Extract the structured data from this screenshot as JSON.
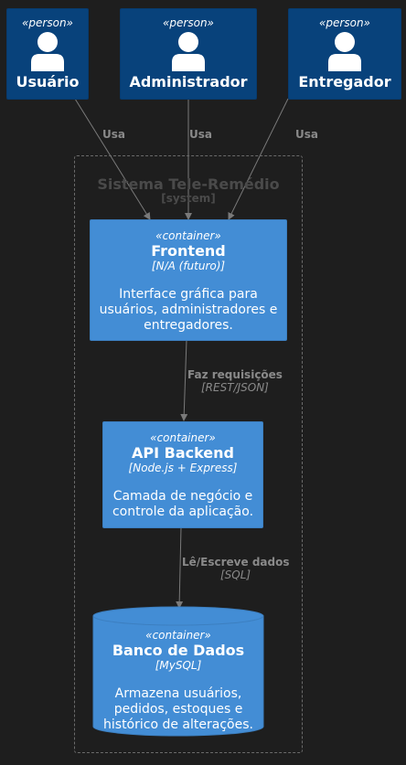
{
  "persons": [
    {
      "stereotype": "«person»",
      "name": "Usuário"
    },
    {
      "stereotype": "«person»",
      "name": "Administrador"
    },
    {
      "stereotype": "«person»",
      "name": "Entregador"
    }
  ],
  "relations": [
    {
      "label": "Usa"
    },
    {
      "label": "Usa"
    },
    {
      "label": "Usa"
    },
    {
      "label": "Faz requisições",
      "technology": "[REST/JSON]"
    },
    {
      "label": "Lê/Escreve dados",
      "technology": "[SQL]"
    }
  ],
  "boundary": {
    "title": "Sistema Tele-Remédio",
    "type": "[system]"
  },
  "containers": [
    {
      "stereotype": "«container»",
      "name": "Frontend",
      "technology": "[N/A (futuro)]",
      "description_lines": [
        "Interface gráfica para",
        "usuários, administradores e",
        "entregadores."
      ]
    },
    {
      "stereotype": "«container»",
      "name": "API Backend",
      "technology": "[Node.js + Express]",
      "description_lines": [
        "Camada de negócio e",
        "controle da aplicação."
      ]
    },
    {
      "stereotype": "«container»",
      "name": "Banco de Dados",
      "technology": "[MySQL]",
      "description_lines": [
        "Armazena usuários,",
        "pedidos, estoques e",
        "histórico de alterações."
      ]
    }
  ],
  "colors": {
    "background": "#1e1e1e",
    "person": "#08427b",
    "container": "#438dd5",
    "arrow": "#7a7a7a",
    "boundary": "#6b6b6b"
  }
}
